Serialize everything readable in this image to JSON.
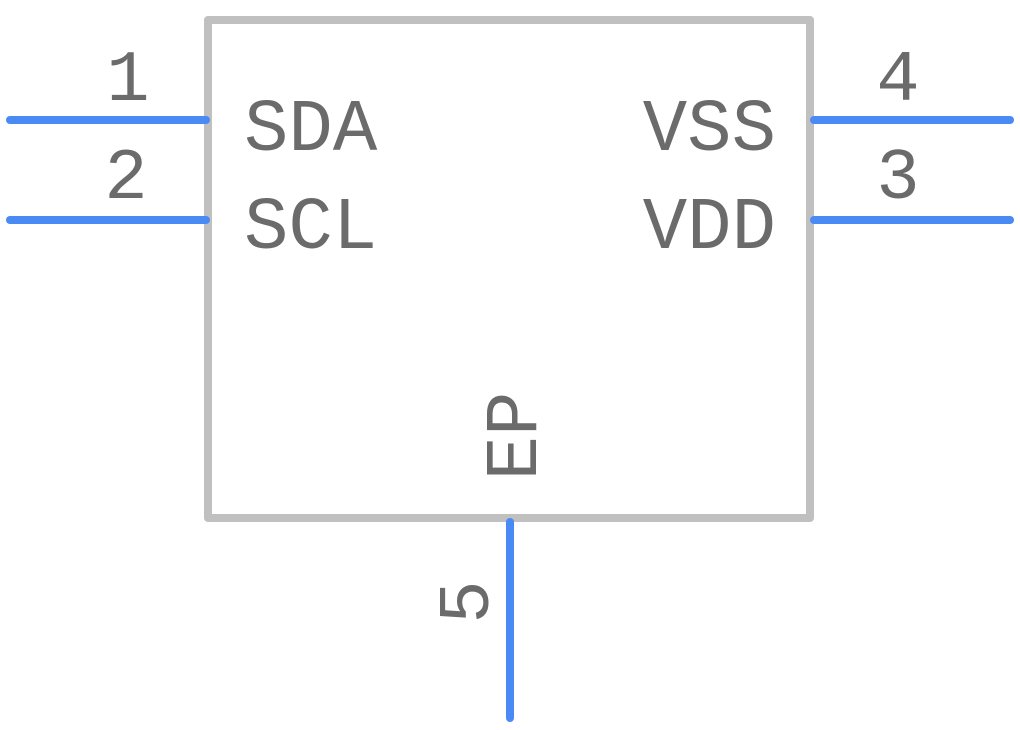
{
  "component": {
    "left_pins": [
      {
        "number": "1",
        "name": "SDA"
      },
      {
        "number": "2",
        "name": "SCL"
      }
    ],
    "right_pins": [
      {
        "number": "4",
        "name": "VSS"
      },
      {
        "number": "3",
        "name": "VDD"
      }
    ],
    "bottom_pin": {
      "number": "5",
      "name": "EP"
    }
  },
  "colors": {
    "pin": "#4a8af4",
    "outline": "#c0c0c0",
    "text": "#6b6b6b"
  }
}
